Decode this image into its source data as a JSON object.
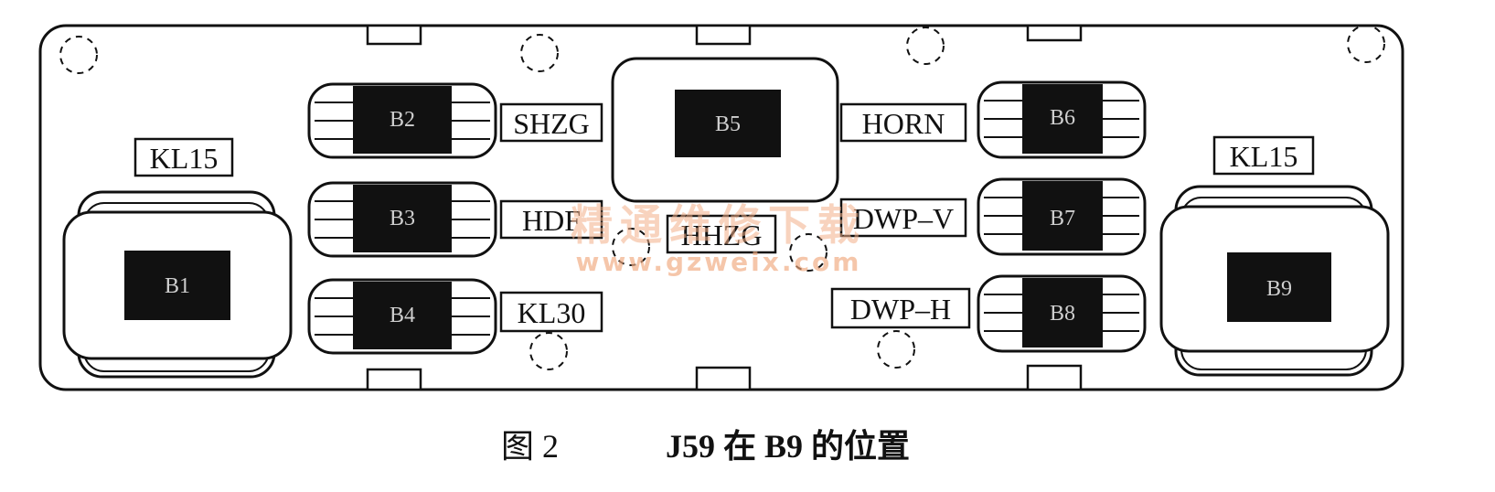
{
  "board": {
    "slots": {
      "b1": "B1",
      "b2": "B2",
      "b3": "B3",
      "b4": "B4",
      "b5": "B5",
      "b6": "B6",
      "b7": "B7",
      "b8": "B8",
      "b9": "B9"
    },
    "labels": {
      "kl15_left": "KL15",
      "kl15_right": "KL15",
      "shzg": "SHZG",
      "hdf": "HDF",
      "kl30": "KL30",
      "hhzg": "HHZG",
      "horn": "HORN",
      "dwp_v": "DWP–V",
      "dwp_h": "DWP–H"
    }
  },
  "watermark": {
    "cn": "精通维修下载",
    "url": "www.gzweix.com"
  },
  "caption": {
    "figure": "图 2",
    "text": "J59 在 B9 的位置"
  },
  "colors": {
    "ink": "#111111",
    "slot_fill": "#111111",
    "watermark": "#f1a97e"
  }
}
